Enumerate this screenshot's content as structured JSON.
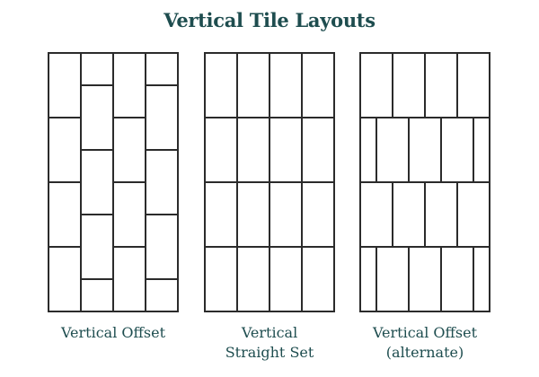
{
  "title": "Vertical Tile Layouts",
  "colors": {
    "title": "#1e4d4f",
    "caption": "#1e4d4f",
    "grout_line": "#2b2b2b",
    "tile_fill": "#ffffff"
  },
  "panels": [
    {
      "caption_line1": "Vertical Offset",
      "caption_line2": "",
      "pattern": "vertical-offset-half",
      "columns": 4,
      "rows": 4
    },
    {
      "caption_line1": "Vertical",
      "caption_line2": "Straight Set",
      "pattern": "vertical-straight-set",
      "columns": 4,
      "rows": 4
    },
    {
      "caption_line1": "Vertical Offset",
      "caption_line2": "(alternate)",
      "pattern": "vertical-offset-row-shift",
      "columns": 4,
      "rows": 4
    }
  ]
}
